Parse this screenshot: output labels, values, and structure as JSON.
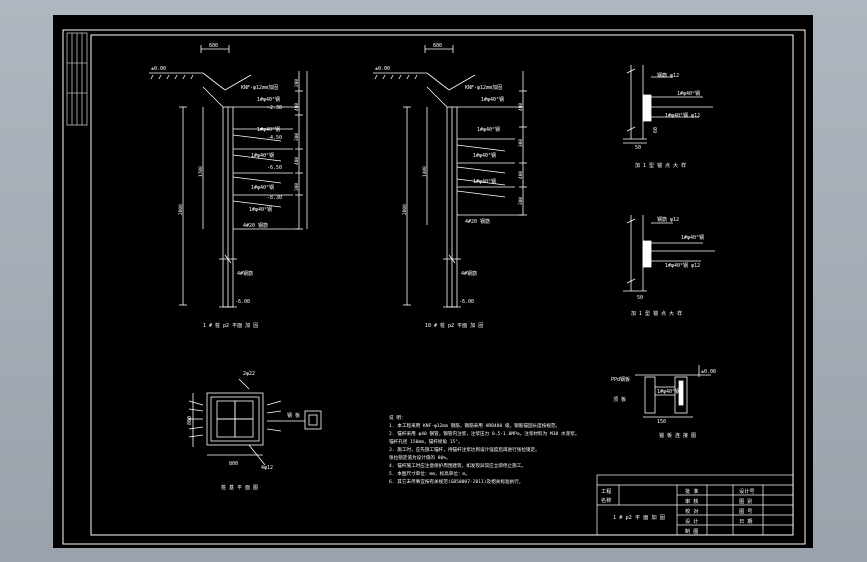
{
  "colors": {
    "background": "#000000",
    "frame": "#ffffff",
    "annotation": "#ffffff",
    "dimension": "#dcdcdc"
  },
  "section_a": {
    "title": "1 # 桩 p2 平面 加 固",
    "top_dim": "600",
    "top_level": "±0.00",
    "bar_label": "KNF-φ12mm加固",
    "anchor_labels": [
      "1#φ40°钢",
      "1#φ40°钢",
      "1#φ40°钢",
      "1#φ40°钢"
    ],
    "level_labels": [
      "-2.30",
      "-4.50",
      "-6.50",
      "-8.30"
    ],
    "bottom_label": "4#20 钢筋",
    "side_dims": [
      "200",
      "400",
      "300",
      "400",
      "300"
    ],
    "main_dim": "2000",
    "inner_dim": "1700",
    "pile_label": "4#钢筋",
    "bottom_level": "-6.00"
  },
  "section_b": {
    "title": "10 # 桩 p2 平面 加 固",
    "top_dim": "600",
    "top_level": "±0.00",
    "bar_label": "KNF-φ12mm加固",
    "anchor_labels": [
      "1#φ40°钢",
      "1#φ40°钢",
      "1#φ40°钢",
      "1#φ40°钢"
    ],
    "side_dims": [
      "400",
      "300",
      "400",
      "300"
    ],
    "main_dim": "2000",
    "inner_dim": "1400",
    "bottom_label": "4#20 钢筋",
    "pile_label": "4#钢筋",
    "bottom_level": "-6.00"
  },
  "detail_1": {
    "title": "加 1 型 锚 点 大 样",
    "top_label": "钢筋 φ12",
    "mid_label": "1#φ40°钢",
    "bottom_label": "1#φ40°钢 φ12",
    "dim": "50",
    "dim2": "60"
  },
  "detail_2": {
    "title": "加 1 型 锚 点 大 样",
    "top_label": "钢筋 φ12",
    "mid_label": "1#φ40°钢",
    "bottom_label": "1#φ40°钢 φ12",
    "dim": "50"
  },
  "detail_3": {
    "title": "锚 板 连 接 图",
    "label_left": "PPd钢板",
    "label_left2": "顶 板",
    "label_mid": "1#φ40°钢",
    "level": "±0.00",
    "dim": "150"
  },
  "plan_view": {
    "title": "桩 基 平 面 图",
    "top_label": "2φ22",
    "bottom_label": "4φ12",
    "dim_bottom": "800",
    "dim_side": "800",
    "right_label": "钢 板"
  },
  "notes": {
    "heading": "说 明：",
    "lines": [
      "1. 本工程采用 KNF-φ12mm 钢筋，钢筋采用 HRB400 级，钢筋锚固长度按规范。",
      "2. 锚杆采用 φ40 钢管，钢管内注浆，注浆压力 0.5-1.0MPa，注浆材料为 M30 水泥浆。",
      "   锚杆孔径 150mm，锚杆倾角 15°。",
      "3. 施工时，应先施工锚杆，待锚杆注浆达到设计强度后再进行张拉锁定。",
      "   张拉锁定值为设计值的 80%。",
      "4. 锚杆施工时应注意保护周围建筑，如发现异常应立即停止施工。",
      "5. 本图尺寸单位：mm，标高单位：m。",
      "6. 其它未尽事宜按有关规范(GB50007-2011)及相关标准执行。"
    ]
  },
  "title_block": {
    "project_label": "工程",
    "project_label2": "名称",
    "drawing_name": "1 # p2 平 面 加 固",
    "rows": [
      [
        "批 准",
        "设计号"
      ],
      [
        "审 核",
        "图 别"
      ],
      [
        "校 对",
        "图 号"
      ],
      [
        "设 计",
        "日 期"
      ],
      [
        "制 图",
        ""
      ]
    ]
  }
}
